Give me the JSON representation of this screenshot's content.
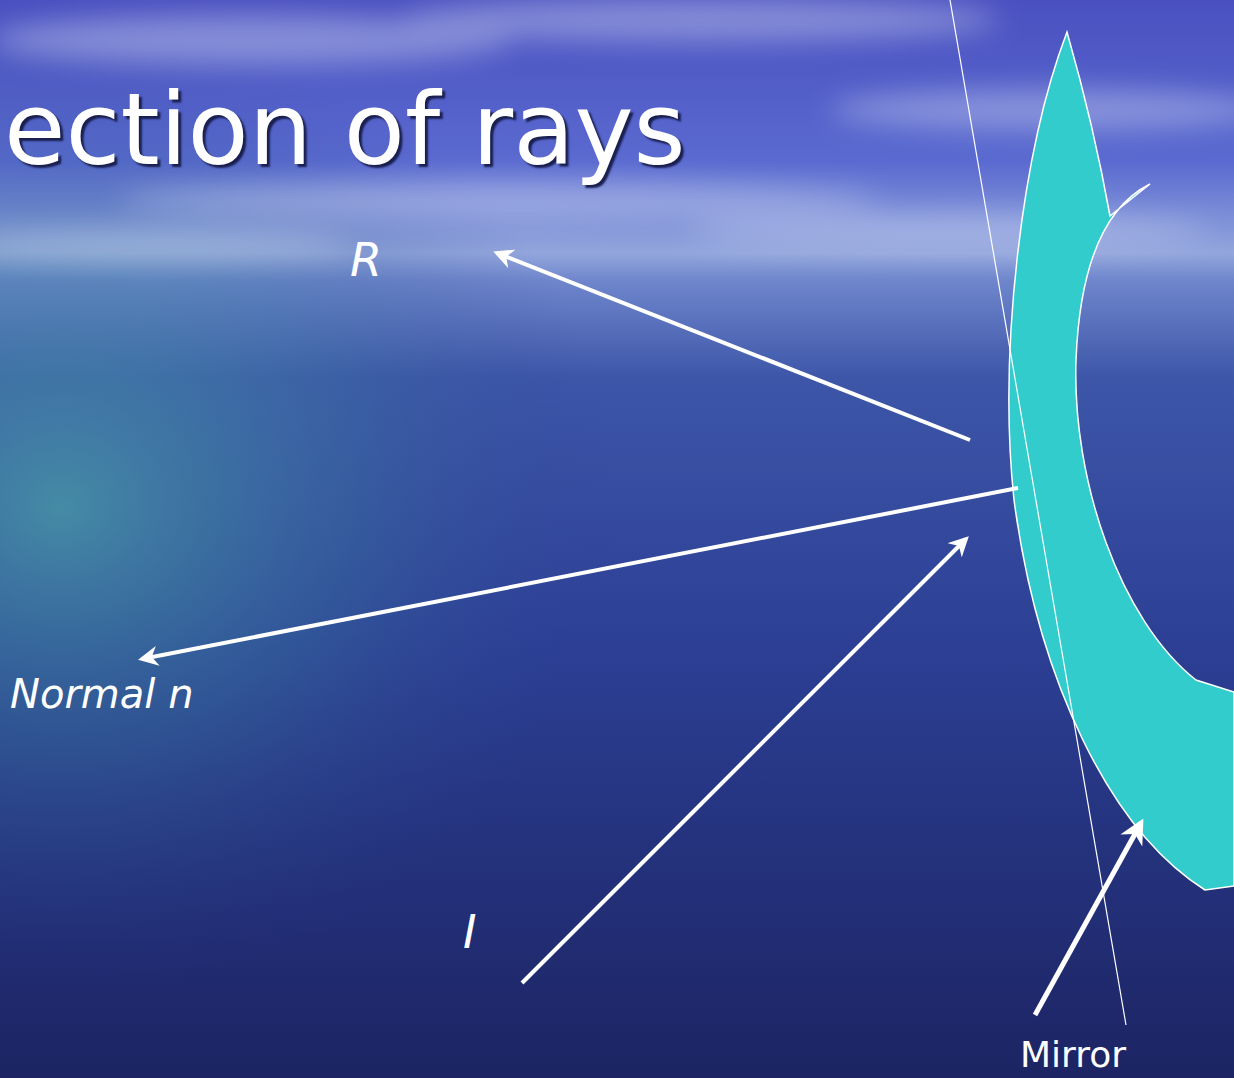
{
  "diagram": {
    "title": "ection of rays",
    "labels": [
      "R",
      "Normal n",
      "I",
      "Mirror"
    ]
  }
}
